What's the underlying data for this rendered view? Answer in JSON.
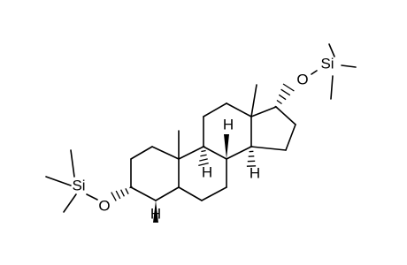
{
  "molecule": {
    "atoms": {
      "o_left": "O",
      "si_left": "Si",
      "o_right": "O",
      "si_right": "Si",
      "h_bottom": "H",
      "h_c9": "H",
      "h_c8": "H",
      "h_c14": "H"
    }
  }
}
